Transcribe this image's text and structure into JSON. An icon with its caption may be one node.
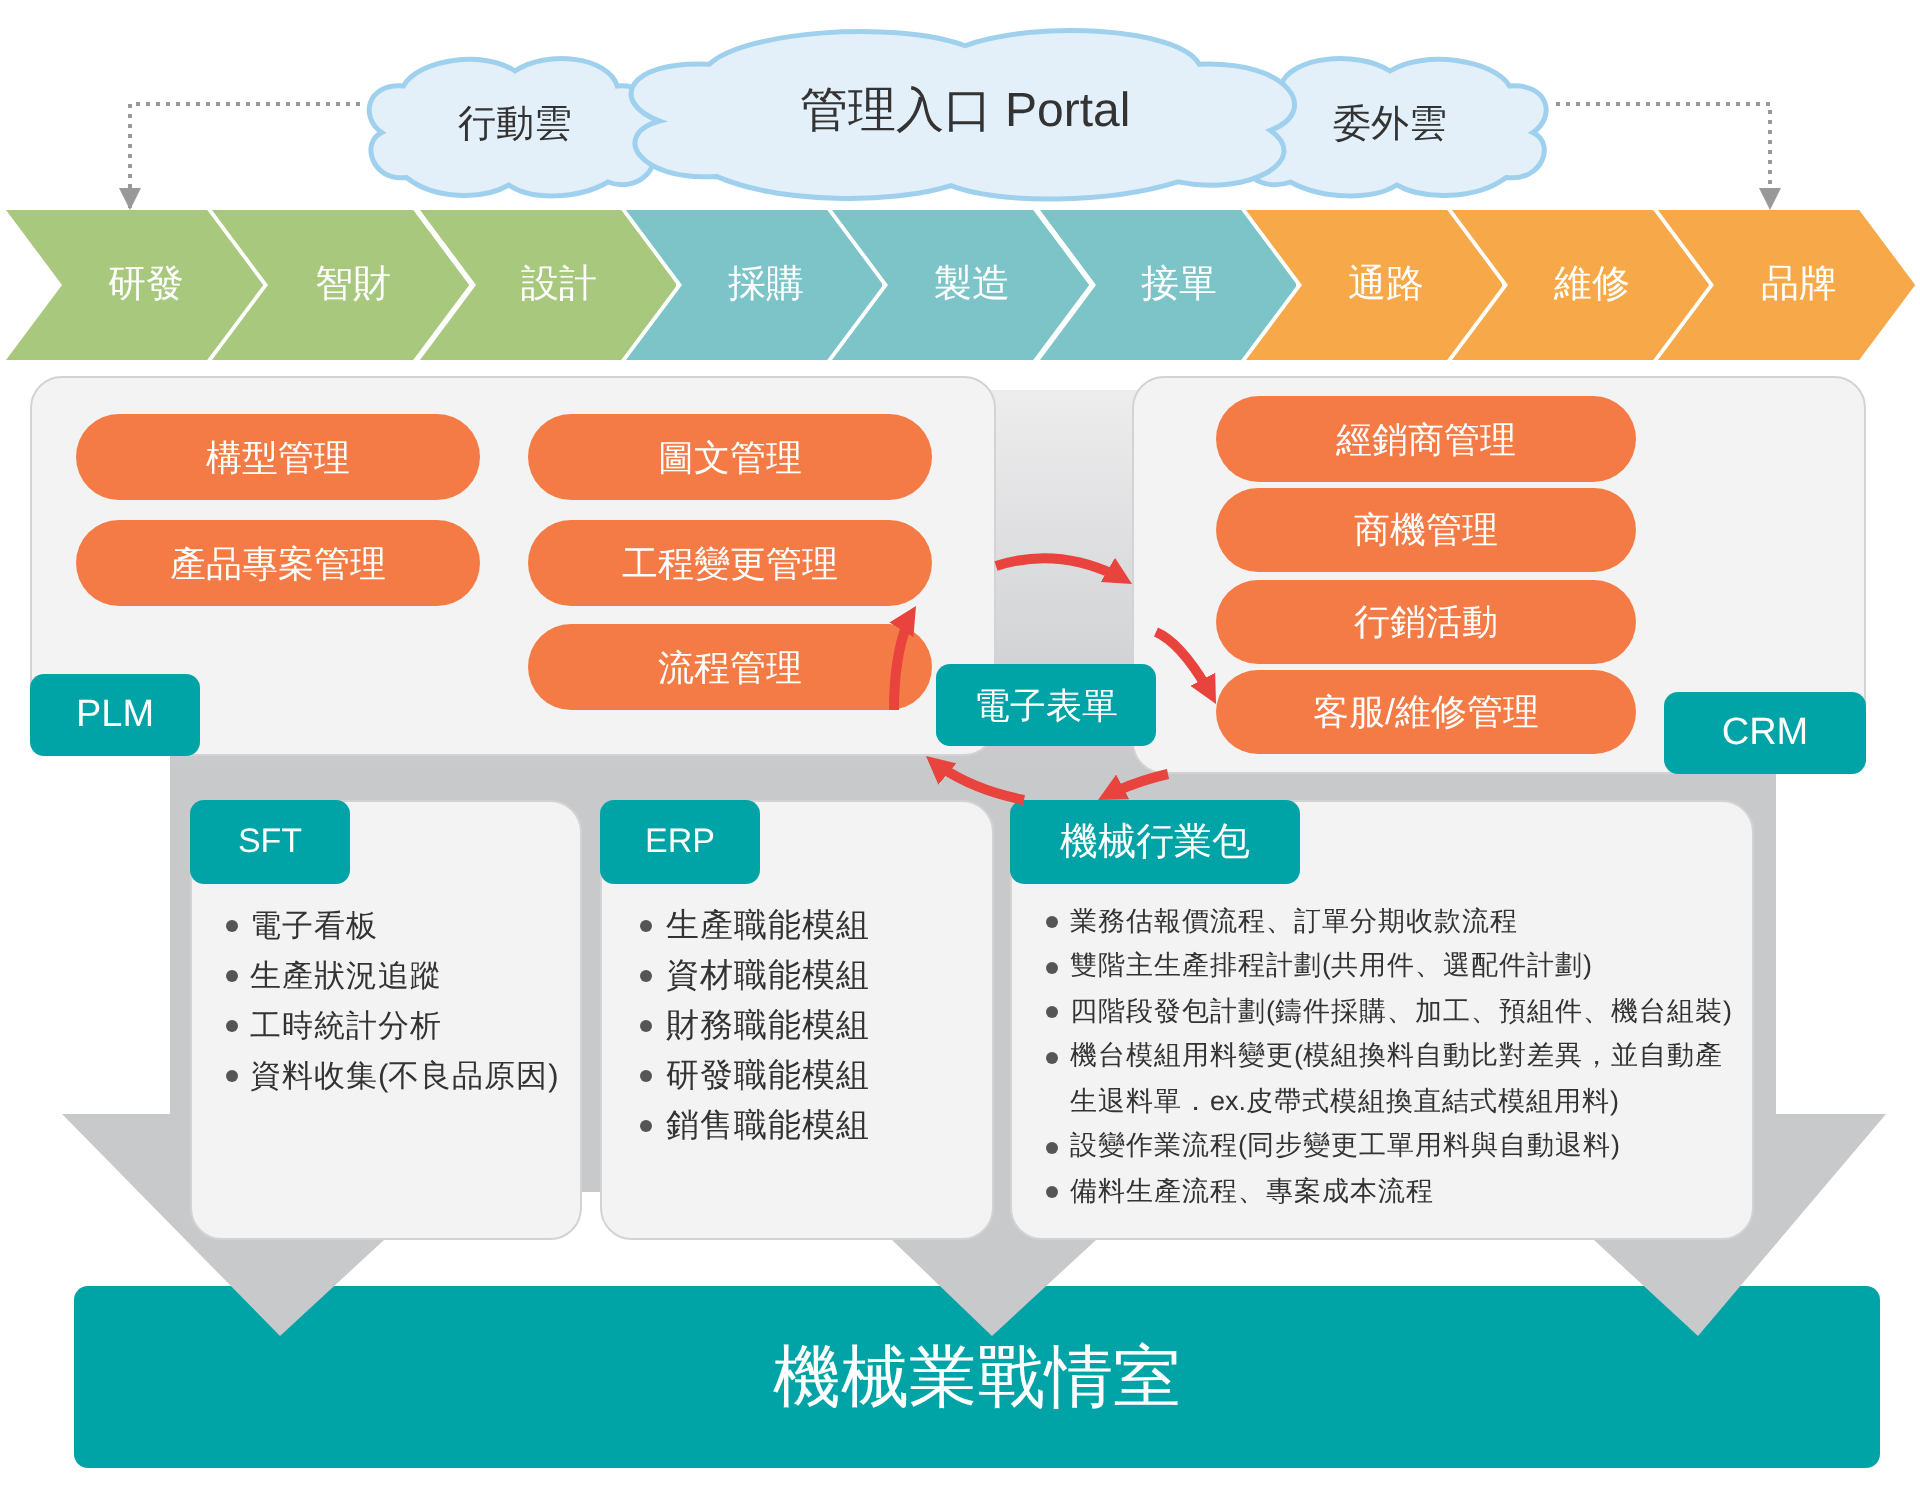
{
  "diagram": {
    "nodes": [
      {
        "text": [
          "行動雲"
        ]
      },
      {
        "text": [
          "管理入口 Portal"
        ]
      },
      {
        "text": [
          "委外雲"
        ]
      },
      {
        "text": [
          "研發"
        ]
      },
      {
        "text": [
          "智財"
        ]
      },
      {
        "text": [
          "設計"
        ]
      },
      {
        "text": [
          "採購"
        ]
      },
      {
        "text": [
          "製造"
        ]
      },
      {
        "text": [
          "接單"
        ]
      },
      {
        "text": [
          "通路"
        ]
      },
      {
        "text": [
          "維修"
        ]
      },
      {
        "text": [
          "品牌"
        ]
      },
      {
        "text": [],
        "shape": "box"
      },
      {
        "text": [
          "構型管理"
        ],
        "in": 12
      },
      {
        "text": [
          "圖文管理"
        ],
        "in": 12
      },
      {
        "text": [
          "產品專案管理"
        ],
        "in": 12
      },
      {
        "text": [
          "工程變更管理"
        ],
        "in": 12
      },
      {
        "text": [
          "流程管理"
        ],
        "in": 12
      },
      {
        "text": [
          "PLM"
        ],
        "in": 12
      },
      {
        "text": [],
        "shape": "box"
      },
      {
        "text": [
          "經銷商管理"
        ],
        "in": 19
      },
      {
        "text": [
          "商機管理"
        ],
        "in": 19
      },
      {
        "text": [
          "行銷活動"
        ],
        "in": 19
      },
      {
        "text": [
          "客服/維修管理"
        ],
        "in": 19
      },
      {
        "text": [
          "CRM"
        ],
        "in": 19
      },
      {
        "text": [
          "電子表單"
        ]
      },
      {
        "text": [
          "電子看板",
          "生產狀況追蹤",
          "工時統計分析",
          "資料收集(不良品原因)"
        ]
      },
      {
        "text": [
          "SFT"
        ],
        "in": 26
      },
      {
        "text": [
          "生產職能模組",
          "資材職能模組",
          "財務職能模組",
          "研發職能模組",
          "銷售職能模組"
        ]
      },
      {
        "text": [
          "ERP"
        ],
        "in": 28
      },
      {
        "text": [
          "業務估報價流程、訂單分期收款流程",
          "雙階主生產排程計劃(共用件、選配件計劃)",
          "四階段發包計劃(鑄件採購、加工、預組件、機台組裝)",
          "機台模組用料變更(模組換料自動比對差異，並自動產生退料單．ex.皮帶式模組換直結式模組用料)",
          "設變作業流程(同步變更工單用料與自動退料)",
          "備料生產流程、專案成本流程"
        ]
      },
      {
        "text": [
          "機械行業包"
        ],
        "in": 30
      },
      {
        "text": [
          "機械業戰情室"
        ]
      }
    ],
    "edges": [
      {
        "from": 0,
        "to": 3,
        "arrow": "to",
        "style": "dashed",
        "color": "#999999"
      },
      {
        "from": 2,
        "to": 11,
        "arrow": "to",
        "style": "dashed",
        "color": "#999999"
      },
      {
        "from": 17,
        "to": 16,
        "arrow": "to"
      },
      {
        "from": 12,
        "to": 19,
        "arrow": "to"
      },
      {
        "from": null,
        "to": 23,
        "arrow": "to"
      },
      {
        "from": 19,
        "to": 31,
        "arrow": "to"
      },
      {
        "from": 31,
        "to": 12,
        "arrow": "to"
      }
    ]
  }
}
